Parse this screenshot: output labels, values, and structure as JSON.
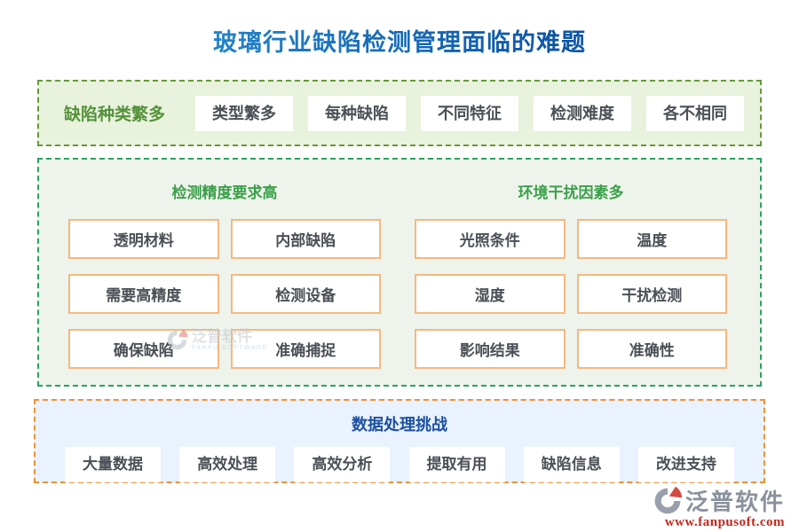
{
  "page": {
    "title": "玻璃行业缺陷检测管理面临的难题"
  },
  "sections": {
    "variety": {
      "label": "缺陷种类繁多",
      "items": [
        "类型繁多",
        "每种缺陷",
        "不同特征",
        "检测难度",
        "各不相同"
      ]
    },
    "precision": {
      "header": "检测精度要求高",
      "items": [
        "透明材料",
        "内部缺陷",
        "需要高精度",
        "检测设备",
        "确保缺陷",
        "准确捕捉"
      ]
    },
    "environment": {
      "header": "环境干扰因素多",
      "items": [
        "光照条件",
        "温度",
        "湿度",
        "干扰检测",
        "影响结果",
        "准确性"
      ]
    },
    "data_processing": {
      "header": "数据处理挑战",
      "items": [
        "大量数据",
        "高效处理",
        "高效分析",
        "提取有用",
        "缺陷信息",
        "改进支持"
      ]
    }
  },
  "watermark": {
    "name": "泛普软件",
    "subtitle": "FANPU SOFTWARE"
  },
  "footer_logo": {
    "name": "泛普软件",
    "url": "www.fanpusoft.com"
  },
  "colors": {
    "title_blue": "#0f68b8",
    "section1_bg": "#e8f2dc",
    "section1_border": "#669a38",
    "section1_label_green": "#55923b",
    "section2_bg": "#eef4ec",
    "section2_border": "#2aa45f",
    "section2_header_green": "#3ca04b",
    "box_orange_border": "#f5b87f",
    "box_text_gray": "#4b5056",
    "section3_bg": "#e9f2fd",
    "section3_border": "#ea9338",
    "section3_header_blue": "#1d50a2",
    "logo_gray": "#8a919c",
    "logo_red": "#c5281c"
  }
}
